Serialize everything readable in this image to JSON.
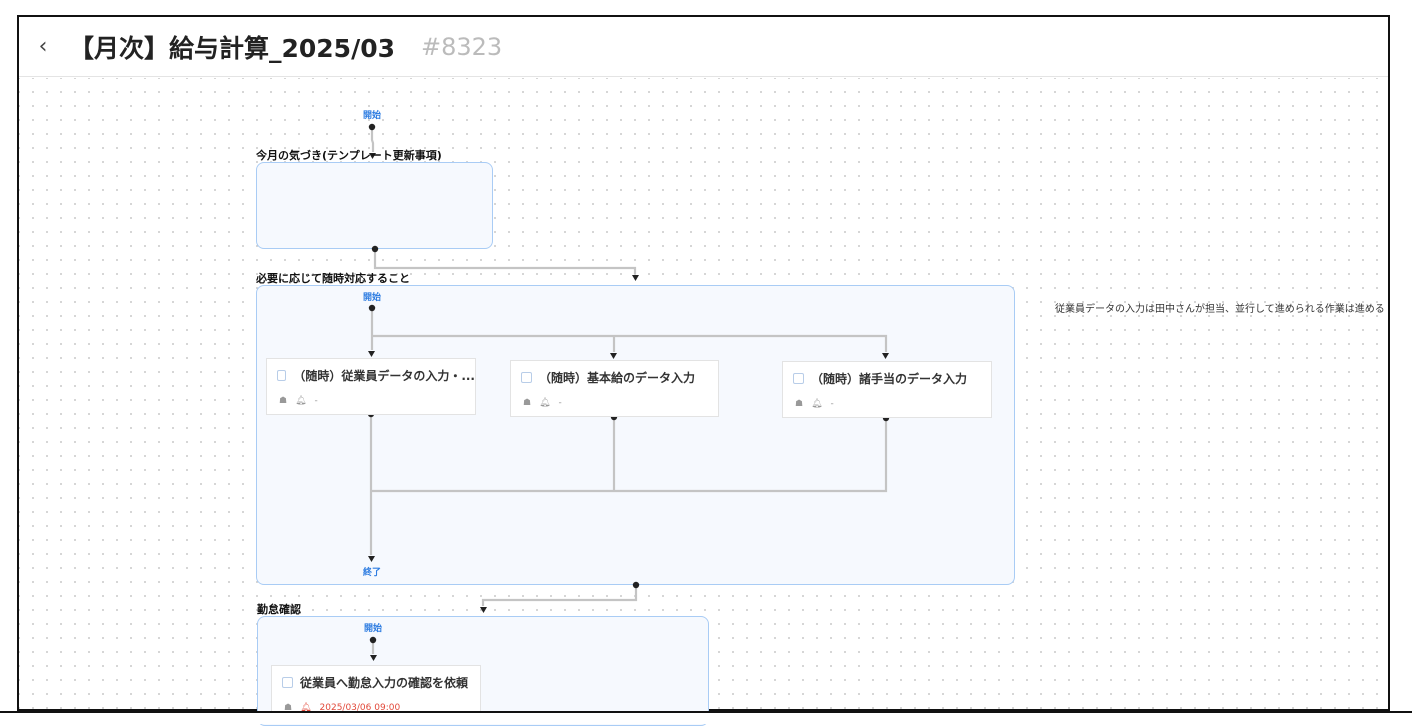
{
  "header": {
    "back_icon": "chevron-left-icon",
    "title": "【月次】給与計算_2025/03",
    "number": "#8323"
  },
  "flow": {
    "start_label": "開始",
    "groups": [
      {
        "title": "今月の気づき(テンプレート更新事項)"
      },
      {
        "title": "必要に応じて随時対応すること",
        "start": "開始",
        "end": "終了",
        "tasks": [
          {
            "title": "（随時）従業員データの入力・...",
            "reminder": "-"
          },
          {
            "title": "（随時）基本給のデータ入力",
            "reminder": "-"
          },
          {
            "title": "（随時）諸手当のデータ入力",
            "reminder": "-"
          }
        ]
      },
      {
        "title": "勤怠確認",
        "start": "開始",
        "tasks": [
          {
            "title": "従業員へ勤怠入力の確認を依頼",
            "reminder": "2025/03/06 09:00"
          }
        ]
      }
    ],
    "note": "従業員データの入力は田中さんが担当、並行して進められる作業は進める"
  },
  "colors": {
    "group_border": "#a9ccf5",
    "start_label": "#2f7de1",
    "overdue": "#e24a3b"
  }
}
